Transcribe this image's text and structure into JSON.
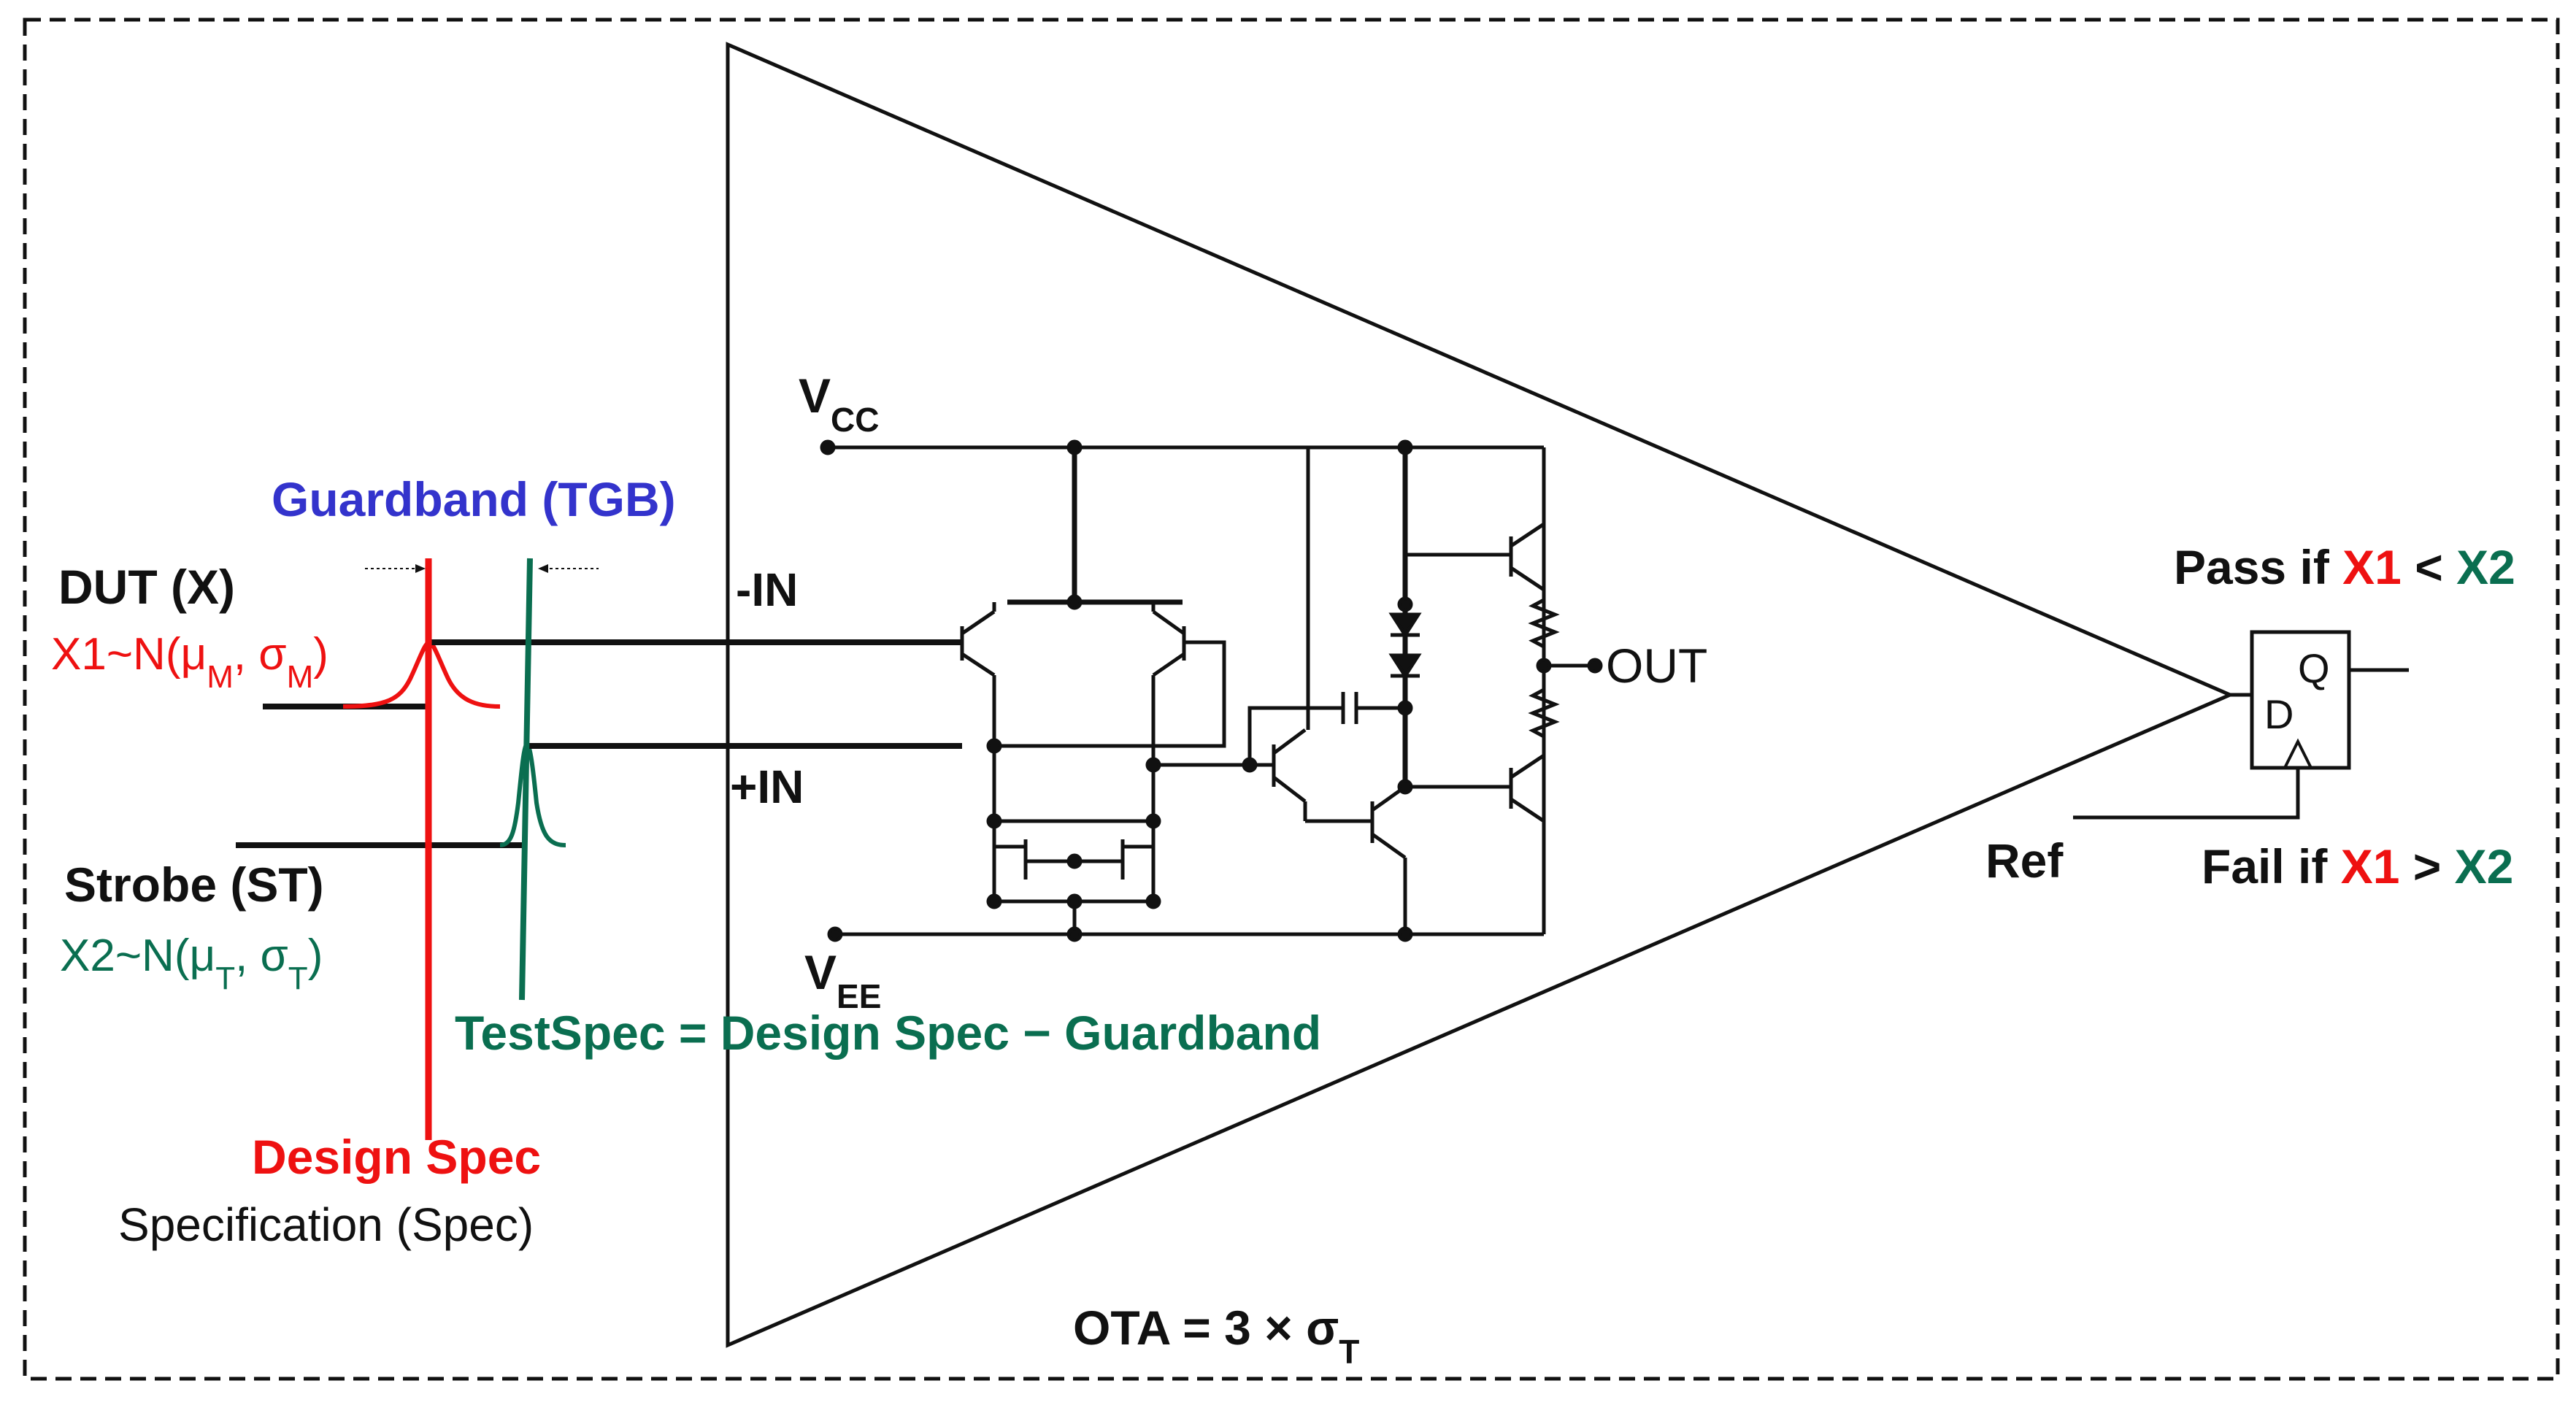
{
  "labels": {
    "guardband": "Guardband (TGB)",
    "dut": "DUT (X)",
    "x1_dist": {
      "prefix": "X1~N(μ",
      "sub1": "M",
      "mid": ", σ",
      "sub2": "M",
      "suffix": ")"
    },
    "strobe": "Strobe (ST)",
    "x2_dist": {
      "prefix": "X2~N(μ",
      "sub1": "T",
      "mid": ", σ",
      "sub2": "T",
      "suffix": ")"
    },
    "testspec": "TestSpec = Design Spec − Guardband",
    "design_spec": "Design Spec",
    "specification": "Specification (Spec)",
    "vcc": {
      "main": "V",
      "sub": "CC"
    },
    "vee": {
      "main": "V",
      "sub": "EE"
    },
    "minus_in": "-IN",
    "plus_in": "+IN",
    "out": "OUT",
    "ota": {
      "main": "OTA = 3 × σ",
      "sub": "T"
    },
    "pass": {
      "prefix": "Pass if ",
      "x1": "X1",
      "op": " < ",
      "x2": "X2"
    },
    "fail": {
      "prefix": "Fail if ",
      "x1": "X1",
      "op": " > ",
      "x2": "X2"
    },
    "ref": "Ref",
    "ff_q": "Q",
    "ff_d": "D"
  },
  "colors": {
    "red": "#ee1111",
    "green": "#0a6e50",
    "blue": "#3333cc",
    "black": "#111111"
  }
}
